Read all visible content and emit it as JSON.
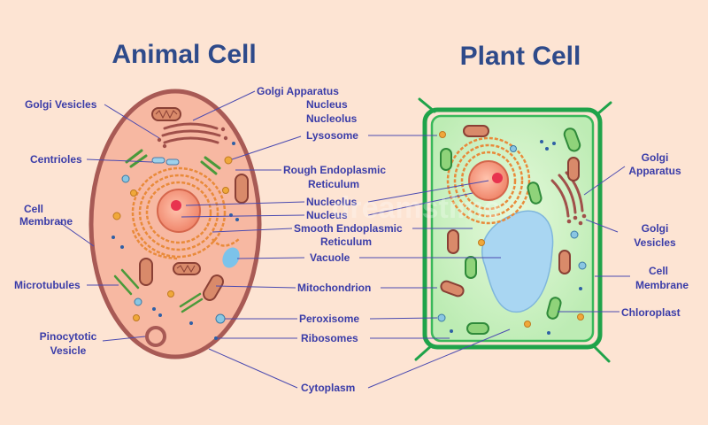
{
  "titles": {
    "animal": "Animal Cell",
    "plant": "Plant Cell"
  },
  "animal_labels": {
    "golgi_vesicles": "Golgi Vesicles",
    "centrioles": "Centrioles",
    "cell_membrane_1": "Cell",
    "cell_membrane_2": "Membrane",
    "microtubules": "Microtubules",
    "pinocytotic_1": "Pinocytotic",
    "pinocytotic_2": "Vesicle"
  },
  "center_labels": {
    "golgi_apparatus": "Golgi Apparatus",
    "nucleus_top": "Nucleus",
    "nucleolus_top": "Nucleolus",
    "lysosome": "Lysosome",
    "rough_er_1": "Rough Endoplasmic",
    "rough_er_2": "Reticulum",
    "nucleolus": "Nucleolus",
    "nucleus": "Nucleus",
    "smooth_er_1": "Smooth Endoplasmic",
    "smooth_er_2": "Reticulum",
    "vacuole": "Vacuole",
    "mitochondrion": "Mitochondrion",
    "peroxisome": "Peroxisome",
    "ribosomes": "Ribosomes",
    "cytoplasm": "Cytoplasm"
  },
  "plant_labels": {
    "golgi_apparatus_1": "Golgi",
    "golgi_apparatus_2": "Apparatus",
    "golgi_vesicles_1": "Golgi",
    "golgi_vesicles_2": "Vesicles",
    "cell_membrane_1": "Cell",
    "cell_membrane_2": "Membrane",
    "chloroplast": "Chloroplast"
  },
  "colors": {
    "background": "#fde4d3",
    "animal_cytoplasm": "#f7b8a2",
    "animal_membrane": "#a85a55",
    "nucleus": "#f7a184",
    "er": "#e98a3a",
    "plant_wall": "#1fa34a",
    "plant_cytoplasm": "#c8f0c0",
    "vacuole": "#a9d6f2",
    "label": "#3a3ca8",
    "title": "#2e4a8a"
  },
  "watermark": "dreamstime"
}
